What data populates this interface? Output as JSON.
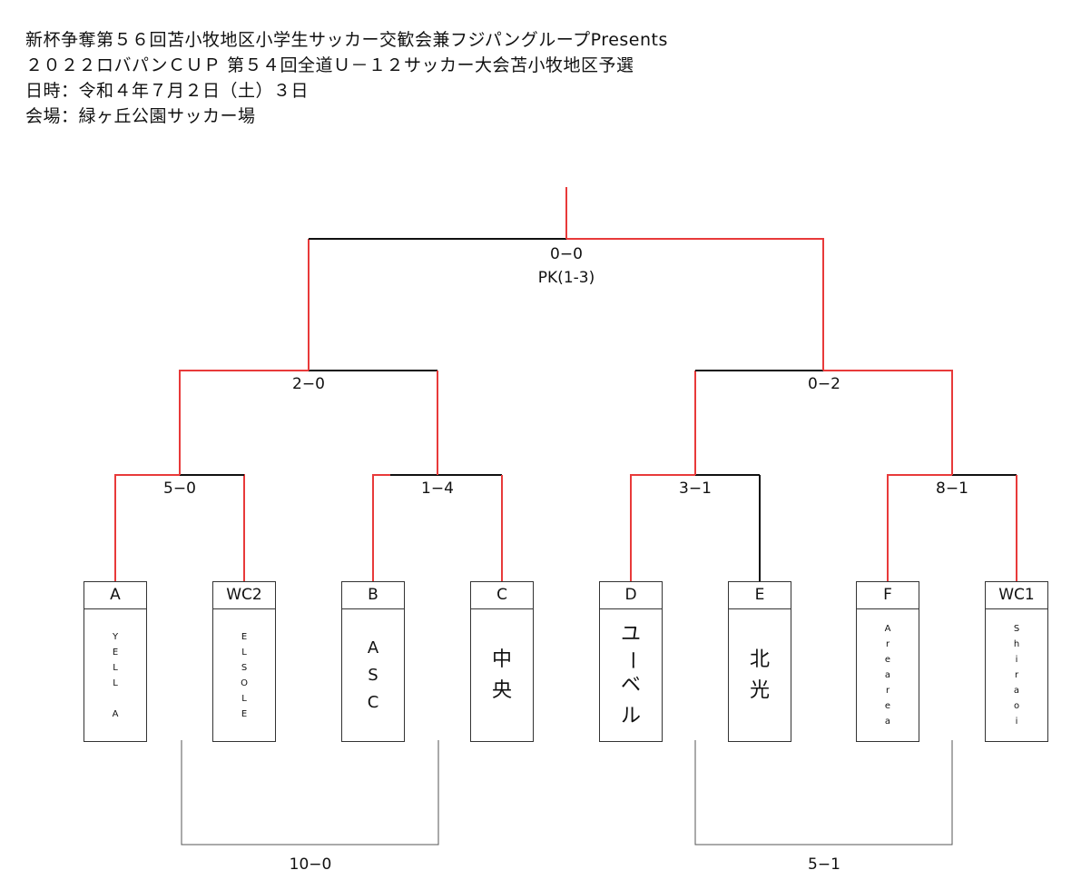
{
  "header": {
    "line1": "新杯争奪第５６回苫小牧地区小学生サッカー交歓会兼フジパングループPresents",
    "line2": "２０２２ロバパンＣＵＰ 第５４回全道Ｕ－１２サッカー大会苫小牧地区予選",
    "line3": "日時：令和４年７月２日（土）３日",
    "line4": "会場：緑ヶ丘公園サッカー場"
  },
  "colors": {
    "winner_line": "#e83a3a",
    "loser_line": "#111111",
    "box_border": "#333333",
    "consolation_line": "#555555"
  },
  "teams": [
    {
      "code": "A",
      "name_chars": [
        "Y",
        "E",
        "L",
        "L",
        "",
        "A"
      ],
      "size": "small"
    },
    {
      "code": "WC2",
      "name_chars": [
        "E",
        "L",
        "S",
        "O",
        "L",
        "E"
      ],
      "size": "small"
    },
    {
      "code": "B",
      "name_chars": [
        "A",
        "S",
        "C"
      ],
      "size": "medium"
    },
    {
      "code": "C",
      "name_chars": [
        "中",
        "央"
      ],
      "size": "large"
    },
    {
      "code": "D",
      "name_chars": [
        "ユ",
        "ー",
        "ベ",
        "ル"
      ],
      "size": "large"
    },
    {
      "code": "E",
      "name_chars": [
        "北",
        "光"
      ],
      "size": "large"
    },
    {
      "code": "F",
      "name_chars": [
        "A",
        "r",
        "e",
        "a",
        "r",
        "e",
        "a"
      ],
      "size": "small"
    },
    {
      "code": "WC1",
      "name_chars": [
        "S",
        "h",
        "i",
        "r",
        "a",
        "o",
        "i"
      ],
      "size": "small"
    }
  ],
  "scores": {
    "r1": [
      "5−0",
      "1−4",
      "3−1",
      "8−1"
    ],
    "r2": [
      "2−0",
      "0−2"
    ],
    "final": "0−0",
    "final_pk": "PK(1-3)",
    "consolation": [
      "10−0",
      "5−1"
    ]
  }
}
